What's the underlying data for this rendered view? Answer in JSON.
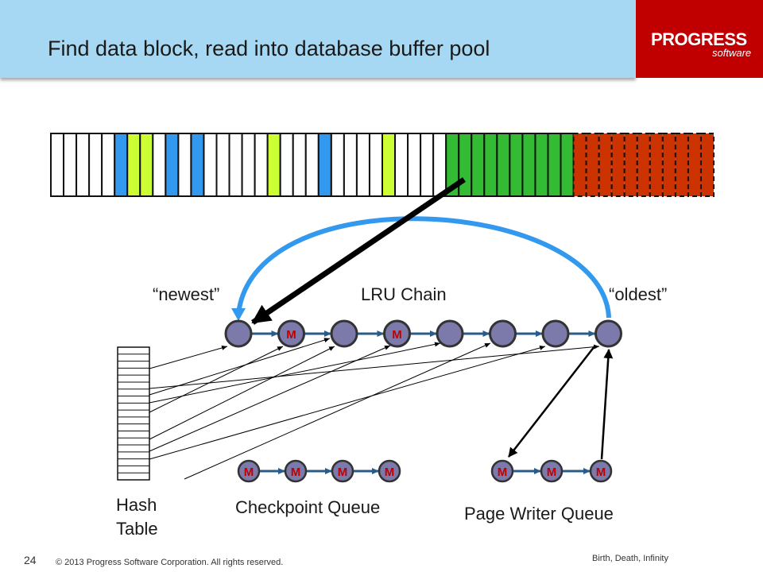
{
  "slide": {
    "title": "Find data block, read into database buffer pool",
    "logo_main": "PROGRESS",
    "logo_sub": "software",
    "page_number": "24",
    "copyright": "© 2013 Progress Software Corporation. All rights reserved.",
    "footer_right": "Birth, Death, Infinity"
  },
  "colors": {
    "title_bar": "#a6d8f3",
    "logo_bg": "#c00000",
    "node_fill": "#7b7aab",
    "modified_label": "#c00000",
    "chain_arrow": "#2a5c8a",
    "blue_block": "#3399ee",
    "lime_block": "#ccff33",
    "green_block": "#33bb33",
    "red_block": "#cc3300",
    "arc": "#3399ee"
  },
  "buffer_pool": {
    "cells": [
      "w",
      "w",
      "w",
      "w",
      "w",
      "b",
      "l",
      "l",
      "w",
      "b",
      "w",
      "b",
      "w",
      "w",
      "w",
      "w",
      "w",
      "l",
      "w",
      "w",
      "w",
      "b",
      "w",
      "w",
      "w",
      "w",
      "l",
      "w",
      "w",
      "w",
      "w",
      "g",
      "g",
      "g",
      "g",
      "g",
      "g",
      "g",
      "g",
      "g",
      "g",
      "r",
      "r",
      "r",
      "r",
      "r",
      "r",
      "r",
      "r",
      "r",
      "r",
      "r"
    ]
  },
  "lru": {
    "label": "LRU Chain",
    "newest": "“newest”",
    "oldest": "“oldest”",
    "nodes": [
      "",
      "M",
      "",
      "M",
      "",
      "",
      "",
      ""
    ]
  },
  "hash_table": {
    "label_line1": "Hash",
    "label_line2": "Table",
    "rows": 19
  },
  "checkpoint_queue": {
    "label": "Checkpoint Queue",
    "nodes": [
      "M",
      "M",
      "M",
      "M"
    ]
  },
  "page_writer_queue": {
    "label": "Page Writer Queue",
    "nodes": [
      "M",
      "M",
      "M"
    ]
  }
}
